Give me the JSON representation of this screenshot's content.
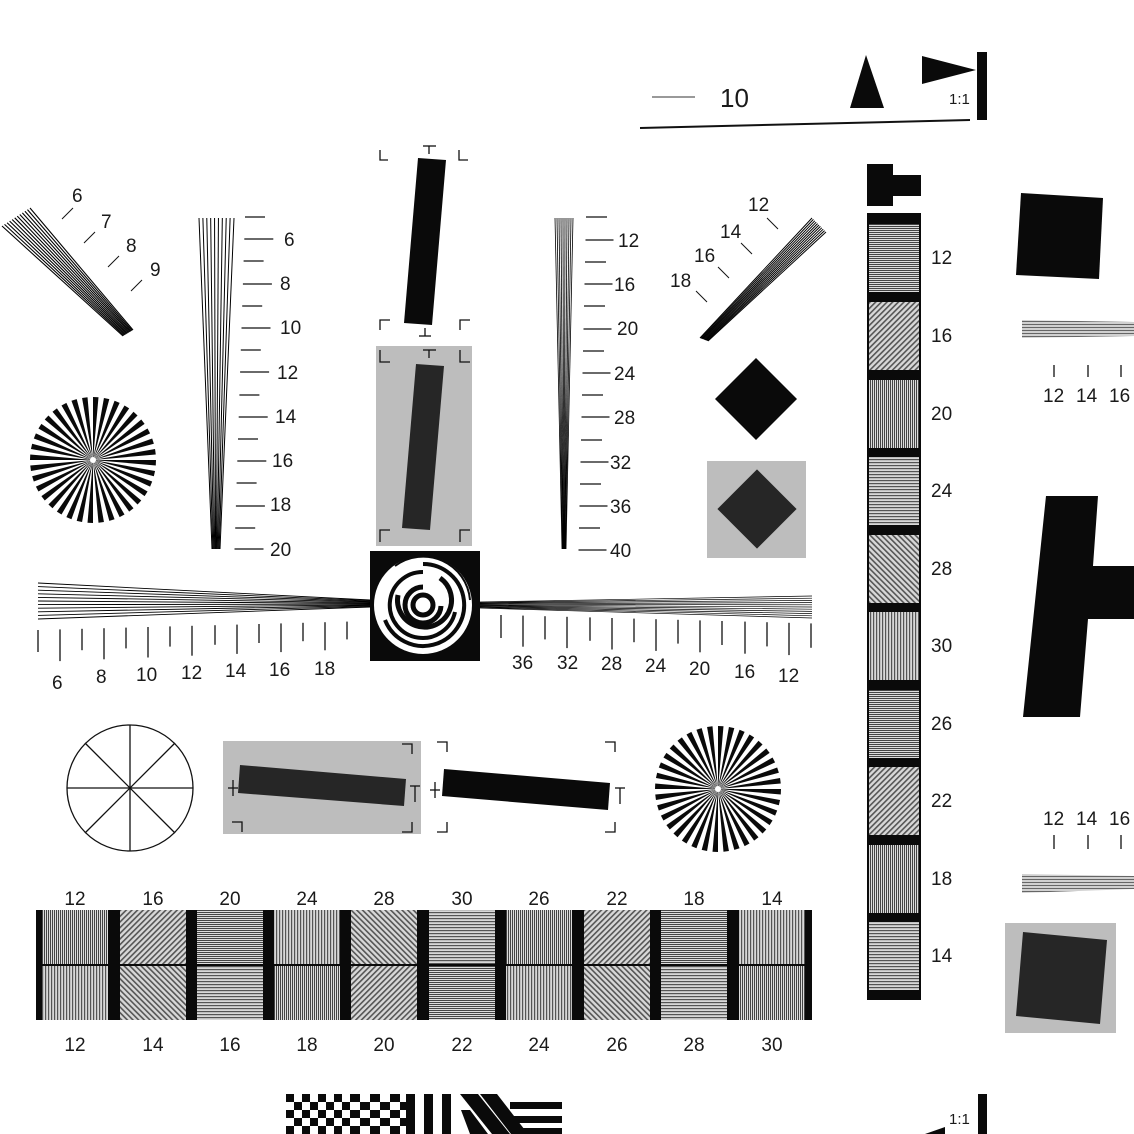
{
  "top_scale": {
    "label": "10",
    "ratio": "1:1"
  },
  "bottom_ratio": "1:1",
  "fan_diag_left": [
    "6",
    "7",
    "8",
    "9"
  ],
  "fan_vert_left": [
    "6",
    "8",
    "10",
    "12",
    "14",
    "16",
    "18",
    "20"
  ],
  "fan_vert_right": [
    "12",
    "16",
    "20",
    "24",
    "28",
    "32",
    "36",
    "40"
  ],
  "fan_diag_right": [
    "12",
    "14",
    "16",
    "18"
  ],
  "horiz_fan_left": [
    "6",
    "8",
    "10",
    "12",
    "14",
    "16",
    "18"
  ],
  "horiz_fan_right": [
    "36",
    "32",
    "28",
    "24",
    "20",
    "16",
    "12"
  ],
  "vertical_strip": [
    "12",
    "16",
    "20",
    "24",
    "28",
    "30",
    "26",
    "22",
    "18",
    "14"
  ],
  "bottom_strip_top": [
    "12",
    "16",
    "20",
    "24",
    "28",
    "30",
    "26",
    "22",
    "18",
    "14"
  ],
  "bottom_strip_bottom": [
    "12",
    "14",
    "16",
    "18",
    "20",
    "22",
    "24",
    "26",
    "28",
    "30"
  ],
  "right_group_top": [
    "12",
    "14",
    "16"
  ],
  "right_group_bottom": [
    "12",
    "14",
    "16"
  ],
  "colors": {
    "ink": "#0a0a0a",
    "gray_panel": "#bdbdbd",
    "dark_fill": "#262626",
    "pattern_gray": "#b8b8b8"
  }
}
